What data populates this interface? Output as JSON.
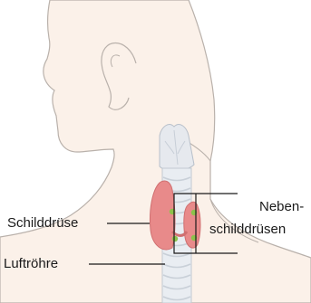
{
  "labels": {
    "schilddruese": "Schilddrüse",
    "luftroehre": "Luftröhre",
    "neben_line1": "Neben-",
    "neben_line2": "schilddrüsen"
  },
  "colors": {
    "skin_fill": "#fbf1e9",
    "skin_line": "#b9b1ab",
    "thyroid": "#e88a8a",
    "parathyroid": "#8cc24a",
    "trachea_fill": "#e9edf2",
    "trachea_line": "#c2c9d1",
    "leader_line": "#1a1a1a"
  }
}
